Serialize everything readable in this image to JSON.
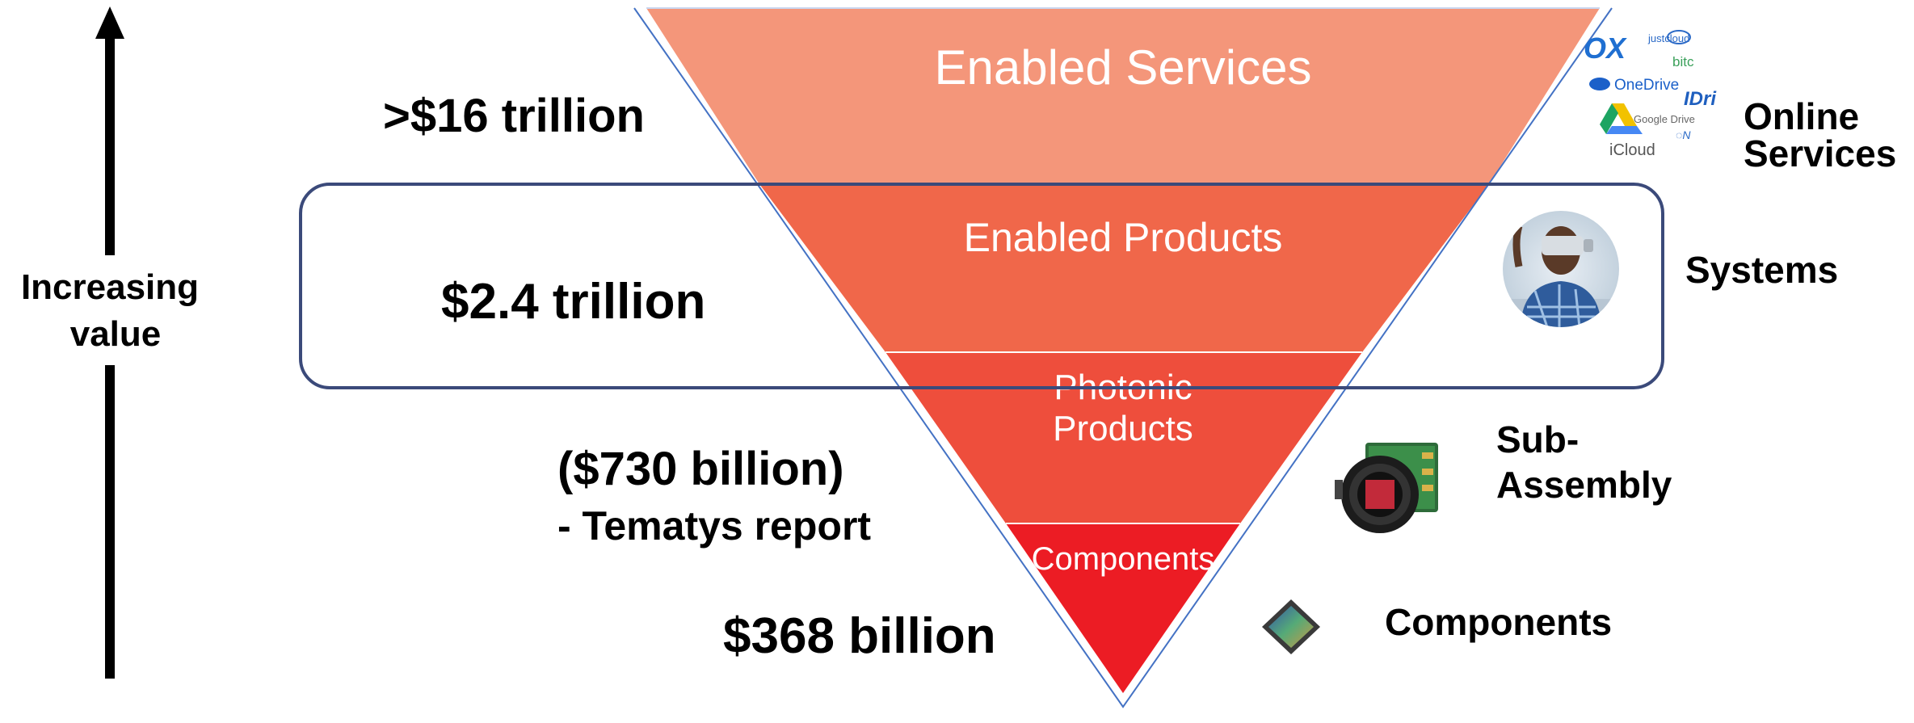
{
  "axis": {
    "label_line1": "Increasing",
    "label_line2": "value"
  },
  "values": {
    "services": ">$16 trillion",
    "products": "$2.4 trillion",
    "photonic_line1": "($730 billion)",
    "photonic_line2": "- Tematys report",
    "components": "$368 billion"
  },
  "funnel": {
    "services": "Enabled Services",
    "products": "Enabled Products",
    "photonic_line1": "Photonic",
    "photonic_line2": "Products",
    "components": "Components"
  },
  "categories": {
    "online_line1": "Online",
    "online_line2": "Services",
    "systems": "Systems",
    "sub_line1": "Sub-",
    "sub_line2": "Assembly",
    "components": "Components"
  },
  "logos": {
    "box": "OX",
    "justcloud": "justcloud",
    "bitcasa": "bitc",
    "onedrive": "OneDrive",
    "idrive": "IDri",
    "googledrive": "Google Drive",
    "icloud": "iCloud"
  },
  "colors": {
    "services": "#F4967A",
    "products": "#F0674A",
    "photonic": "#EE4E3C",
    "components": "#EC1C24",
    "highlight_border": "#3B4A7A",
    "outline": "#4472C4"
  }
}
